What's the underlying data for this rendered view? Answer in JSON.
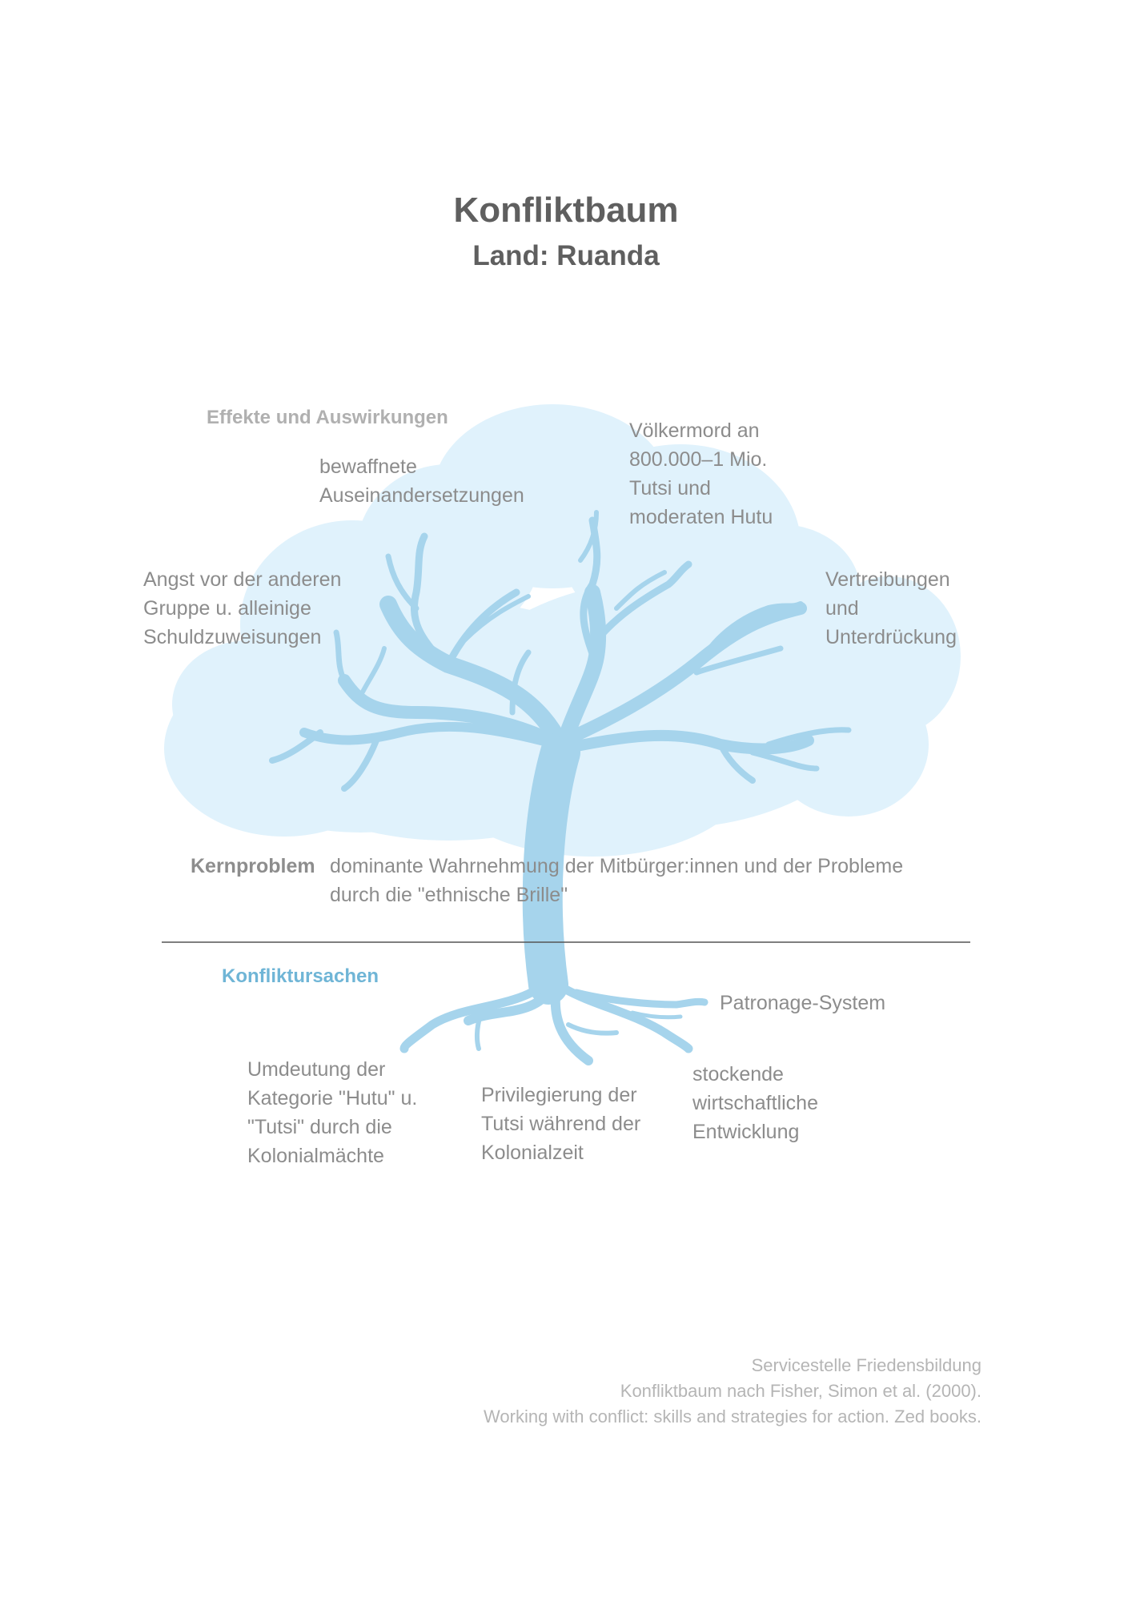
{
  "title": "Konfliktbaum",
  "subtitle": "Land: Ruanda",
  "effects": {
    "heading": "Effekte und Auswirkungen",
    "items": [
      "bewaffnete\nAuseinandersetzungen",
      "Völkermord an\n800.000–1 Mio.\nTutsi und\nmoderaten Hutu",
      "Angst vor der anderen\nGruppe u. alleinige\nSchuldzuweisungen",
      "Vertreibungen\nund\nUnterdrückung"
    ]
  },
  "core": {
    "heading": "Kernproblem",
    "text": "dominante Wahrnehmung der Mitbürger:innen und der Probleme\ndurch die \"ethnische Brille\""
  },
  "causes": {
    "heading": "Konfliktursachen",
    "items": [
      "Patronage-System",
      "Umdeutung der\nKategorie \"Hutu\" u.\n\"Tutsi\" durch die\nKolonialmächte",
      "Privilegierung der\nTutsi während der\nKolonialzeit",
      "stockende\nwirtschaftliche\nEntwicklung"
    ]
  },
  "source": {
    "line1": "Servicestelle Friedensbildung",
    "line2": "Konfliktbaum nach Fisher, Simon et al. (2000).",
    "line3": "Working with conflict: skills and strategies for action. Zed books."
  },
  "colors": {
    "crown": "#e0f2fc",
    "trunk": "#a6d4ec",
    "causes_heading": "#6fb5d6",
    "divider": "#555555"
  }
}
